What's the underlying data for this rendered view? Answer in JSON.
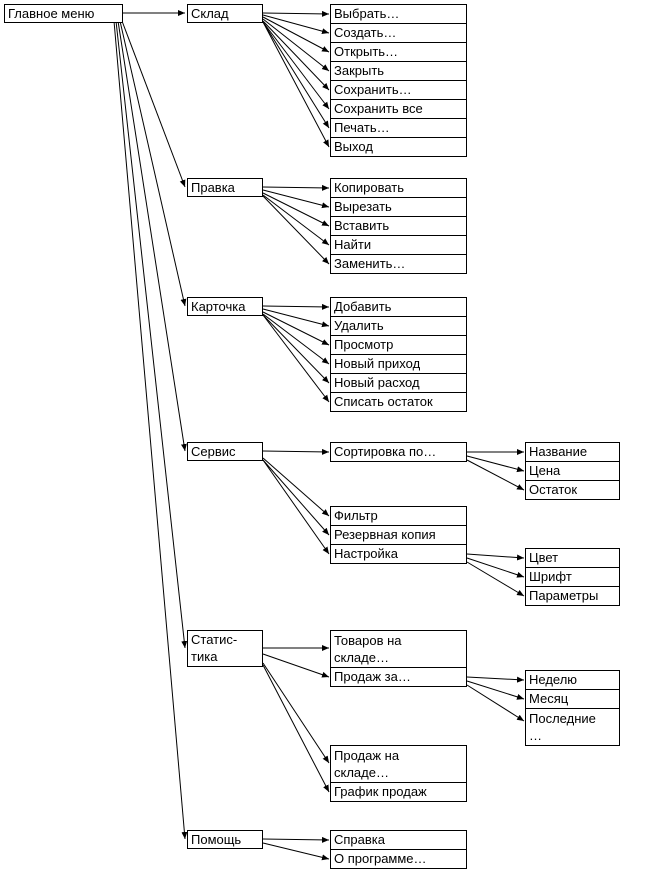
{
  "root": {
    "label": "Главное меню"
  },
  "sklad": {
    "label": "Склад",
    "items": [
      "Выбрать…",
      "Создать…",
      "Открыть…",
      "Закрыть",
      "Сохранить…",
      "Сохранить все",
      "Печать…",
      "Выход"
    ]
  },
  "pravka": {
    "label": "Правка",
    "items": [
      "Копировать",
      "Вырезать",
      "Вставить",
      "Найти",
      "Заменить…"
    ]
  },
  "kartochka": {
    "label": "Карточка",
    "items": [
      "Добавить",
      "Удалить",
      "Просмотр",
      "Новый приход",
      "Новый расход",
      "Списать остаток"
    ]
  },
  "servis": {
    "label": "Сервис",
    "sort_label": "Сортировка по…",
    "items": [
      "Фильтр",
      "Резервная копия",
      "Настройка"
    ],
    "sort_items": [
      "Название",
      "Цена",
      "Остаток"
    ],
    "nastroyka_items": [
      "Цвет",
      "Шрифт",
      "Параметры"
    ]
  },
  "statistika": {
    "label": "Статис-\nтика",
    "items_top": [
      "Товаров на\nскладе…",
      "Продаж за…"
    ],
    "prodazh_items": [
      "Неделю",
      "Месяц",
      "Последние\n…"
    ],
    "items_bottom": [
      "Продаж на\nскладе…",
      "График продаж"
    ]
  },
  "pomosh": {
    "label": "Помощь",
    "items": [
      "Справка",
      "О программе…"
    ]
  }
}
